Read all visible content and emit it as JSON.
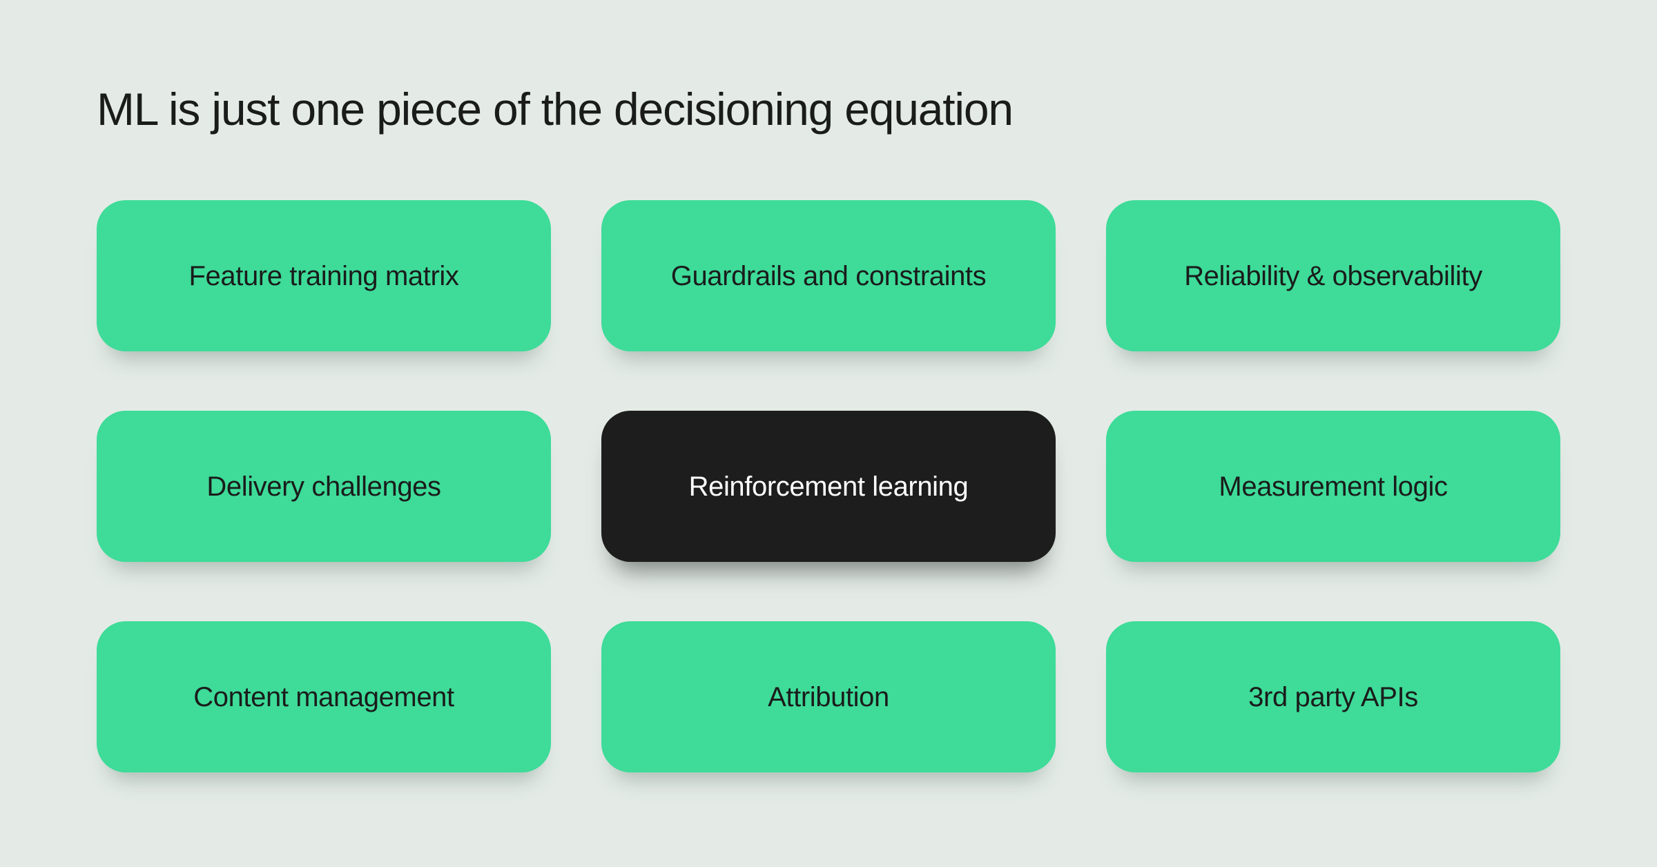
{
  "title": "ML is just one piece of the decisioning equation",
  "colors": {
    "bg": "#e4ebe6",
    "card-green": "#3edb99",
    "card-dark": "#1d1d1d",
    "text-dark": "#1a1c1b",
    "text-light": "#ffffff"
  },
  "cards": [
    {
      "label": "Feature training matrix",
      "variant": "green"
    },
    {
      "label": "Guardrails and constraints",
      "variant": "green"
    },
    {
      "label": "Reliability & observability",
      "variant": "green"
    },
    {
      "label": "Delivery challenges",
      "variant": "green"
    },
    {
      "label": "Reinforcement learning",
      "variant": "dark"
    },
    {
      "label": "Measurement logic",
      "variant": "green"
    },
    {
      "label": "Content management",
      "variant": "green"
    },
    {
      "label": "Attribution",
      "variant": "green"
    },
    {
      "label": "3rd party APIs",
      "variant": "green"
    }
  ]
}
